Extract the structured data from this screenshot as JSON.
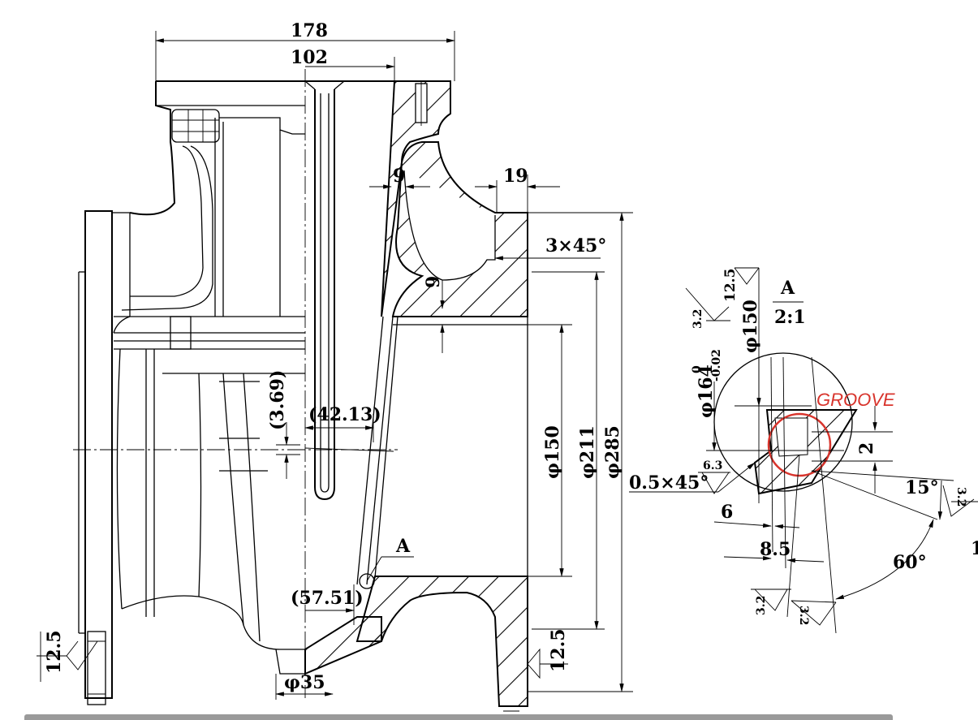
{
  "dimensions": {
    "overall_width": "178",
    "inner_width": "102",
    "wall_thickness_top": "9",
    "flange_width": "19",
    "chamfer": "3×45°",
    "wall_thickness_side": "9",
    "diameter_150": "φ150",
    "diameter_211": "φ211",
    "diameter_285": "φ285",
    "offset_369": "(3.69)",
    "offset_4213": "(42.13)",
    "offset_5751": "(57.51)",
    "diameter_35": "φ35"
  },
  "roughness": {
    "left_bottom": "12.5",
    "right_bottom": "12.5",
    "detail_top": "12.5",
    "detail_32_a": "3.2",
    "detail_63": "6.3",
    "detail_32_b": "3.2",
    "detail_32_c": "3.2",
    "detail_32_d": "3.2"
  },
  "section_marker": {
    "label": "A"
  },
  "detail_view": {
    "label": "A",
    "scale": "2:1",
    "dia_150": "φ150",
    "dia_164": "φ164",
    "tol_upper": "0",
    "tol_lower": "-0.02",
    "groove_label": "GROOVE",
    "depth": "2",
    "chamfer": "0.5×45°",
    "width_6": "6",
    "width_85": "8.5",
    "angle_15": "15°",
    "angle_60": "60°",
    "edge_char": "1"
  }
}
